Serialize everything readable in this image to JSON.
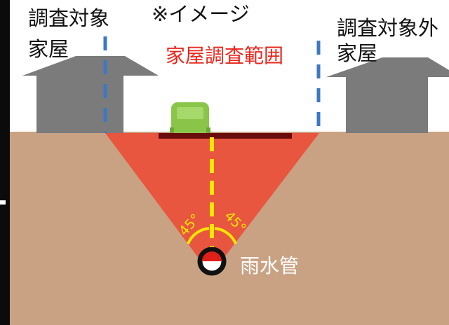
{
  "labels": {
    "target_house_line1": "調査対象",
    "target_house_line2": "家屋",
    "image_note": "※イメージ",
    "survey_range": "家屋調査範囲",
    "non_target_house_line1": "調査対象外",
    "non_target_house_line2": "家屋",
    "pipe": "雨水管",
    "angle_left": "45°",
    "angle_right": "45°"
  },
  "colors": {
    "ground": "#c9a283",
    "survey_zone": "#e8563f",
    "house": "#7b7b7b",
    "boundary_line": "#3d78c2",
    "center_line": "#ffe600",
    "vehicle": "#8ac54a",
    "range_text": "#e8271d"
  }
}
